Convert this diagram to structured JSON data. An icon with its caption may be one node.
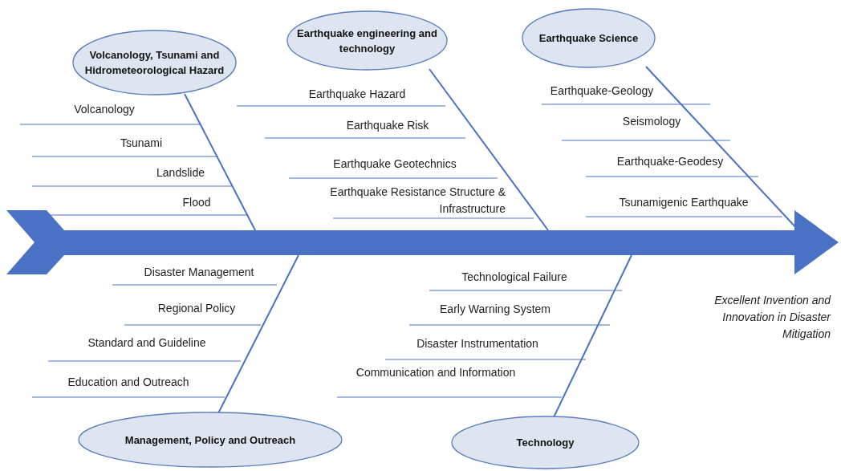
{
  "diagram": {
    "nodes": [
      {
        "text": [
          "Volcanology, Tsunami and Hidrometeorological Hazard"
        ]
      },
      {
        "text": [
          "Earthquake engineering and technology"
        ]
      },
      {
        "text": [
          "Earthquake Science"
        ]
      },
      {
        "text": [
          "Management, Policy and Outreach"
        ]
      },
      {
        "text": [
          "Technology"
        ]
      },
      {
        "text": [],
        "shape": "arrow",
        "beside": [
          "Excellent Invention and Innovation in Disaster Mitigation"
        ]
      }
    ],
    "edges": [
      {
        "from": 0,
        "to": 5,
        "arrow": "none"
      },
      {
        "from": 1,
        "to": 5,
        "arrow": "none"
      },
      {
        "from": 2,
        "to": 5,
        "arrow": "none"
      },
      {
        "from": 3,
        "to": 5,
        "arrow": "none"
      },
      {
        "from": 4,
        "to": 5,
        "arrow": "none"
      }
    ],
    "labels": [
      "Volcanology",
      "Tsunami",
      "Landslide",
      "Flood",
      "Earthquake Hazard",
      "Earthquake Risk",
      "Earthquake Geotechnics",
      "Earthquake Resistance Structure & Infrastructure",
      "Earthquake-Geology",
      "Seismology",
      "Earthquake-Geodesy",
      "Tsunamigenic Earthquake",
      "Disaster Management",
      "Regional Policy",
      "Standard and Guideline",
      "Education and Outreach",
      "Technological Failure",
      "Early Warning System",
      "Disaster Instrumentation",
      "Communication and Information"
    ]
  }
}
